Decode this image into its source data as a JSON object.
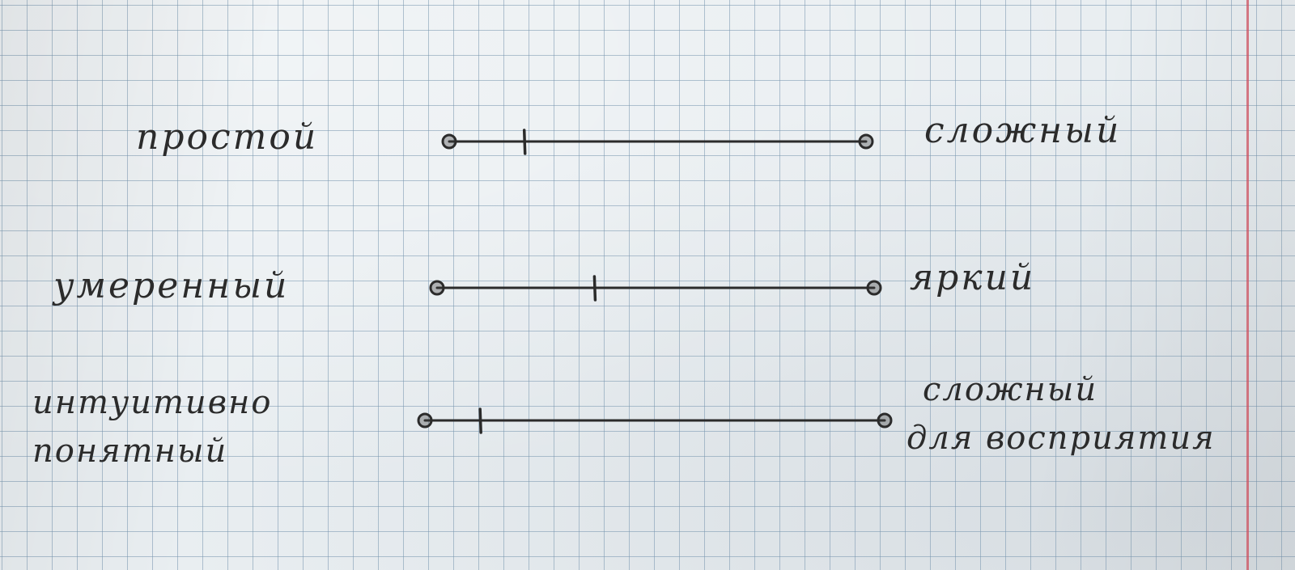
{
  "scales": [
    {
      "left_label": "простой",
      "right_label": "сложный",
      "marker": 0.18
    },
    {
      "left_label": "умеренный",
      "right_label": "яркий",
      "marker": 0.36
    },
    {
      "left_label": [
        "интуитивно",
        "понятный"
      ],
      "right_label": [
        "сложный",
        "для восприятия"
      ],
      "marker": 0.12
    }
  ],
  "colors": {
    "ink": "#2b2b2b",
    "grid": "#7896af",
    "margin": "#cd505f",
    "paper": "#e9eef1"
  }
}
